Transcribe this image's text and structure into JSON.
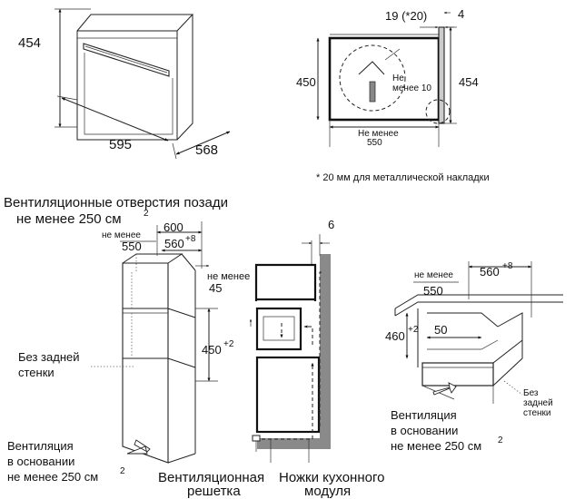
{
  "oven": {
    "height": "454",
    "width": "595",
    "depth": "568"
  },
  "side_detail": {
    "top_gap": "19 (*20)",
    "edge": "4",
    "inner_height": "450",
    "outer_height": "454",
    "min_10_a": "Не",
    "min_10_b": "менее 10",
    "min_550_a": "Не менее",
    "min_550_b": "550"
  },
  "footnote": "* 20 мм для металлической накладки",
  "tall_cabinet": {
    "vent_title": "Вентиляционные отверстия позади",
    "vent_area": "не менее 250 см",
    "sup2": "2",
    "dim_600": "600",
    "not_less": "не менее",
    "dim_550": "550",
    "dim_560": "560",
    "sup_plus8": "+8",
    "min_label": "не менее",
    "dim_45": "45",
    "dim_450": "450",
    "sup_plus2": "+2",
    "no_back_a": "Без задней",
    "no_back_b": "стенки",
    "vent_base_a": "Вентиляция",
    "vent_base_b": "в основании",
    "vent_base_c": "не менее 250 см",
    "sup2b": "2"
  },
  "section": {
    "dim_6": "6",
    "grille_a": "Вентиляционная",
    "grille_b": "решетка",
    "legs_a": "Ножки кухонного",
    "legs_b": "модуля"
  },
  "under_counter": {
    "not_less": "не менее",
    "dim_560": "560",
    "sup_plus8": "+8",
    "dim_550": "550",
    "dim_460": "460",
    "sup_plus2": "+2",
    "dim_50": "50",
    "no_back_a": "Без",
    "no_back_b": "задней",
    "no_back_c": "стенки",
    "vent_a": "Вентиляция",
    "vent_b": "в основании",
    "vent_c": "не менее 250 см",
    "sup2": "2"
  }
}
